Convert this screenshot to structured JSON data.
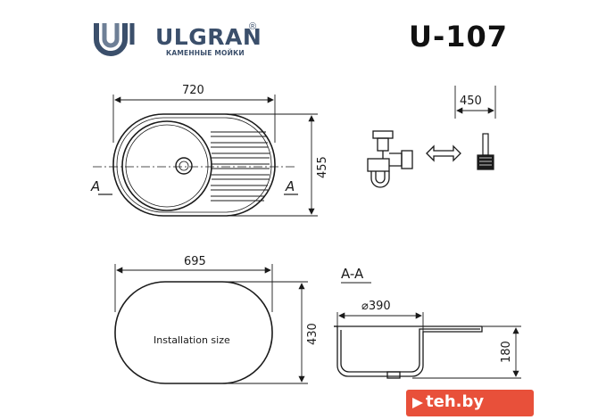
{
  "brand": {
    "name": "ULGRAN",
    "registered": "®",
    "subtitle": "КАМЕННЫЕ МОЙКИ"
  },
  "model": "U-107",
  "top_view": {
    "width_label": "720",
    "height_label": "455",
    "section_mark": "A"
  },
  "faucet_view": {
    "width_label": "450"
  },
  "installation": {
    "width_label": "695",
    "height_label": "430",
    "caption": "Installation size"
  },
  "section": {
    "title": "A-A",
    "diameter_label": "⌀390",
    "depth_label": "180"
  },
  "watermark": "teh.by",
  "colors": {
    "brand": "#3b4f6b",
    "line": "#1a1a1a",
    "watermark_bg": "#e8503a"
  }
}
